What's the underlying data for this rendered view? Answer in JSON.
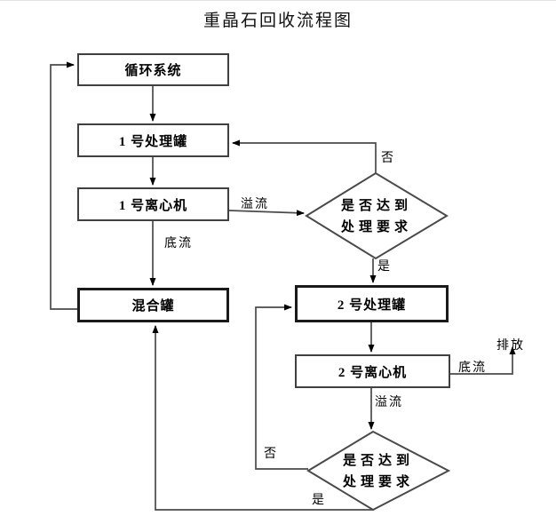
{
  "title": "重晶石回收流程图",
  "nodes": {
    "circulation": {
      "label": "循环系统"
    },
    "tank1": {
      "label": "1 号处理罐"
    },
    "centrifuge1": {
      "label": "1 号离心机"
    },
    "mixing": {
      "label": "混合罐"
    },
    "tank2": {
      "label": "2 号处理罐"
    },
    "centrifuge2": {
      "label": "2 号离心机"
    },
    "decision1": {
      "line1": "是否达到",
      "line2": "处理要求"
    },
    "decision2": {
      "line1": "是否达到",
      "line2": "处理要求"
    }
  },
  "edge_labels": {
    "overflow1": "溢流",
    "underflow1": "底流",
    "no1": "否",
    "yes1": "是",
    "underflow2": "底流",
    "discharge": "排放",
    "overflow2": "溢流",
    "no2": "否",
    "yes2": "是"
  },
  "colors": {
    "line": "#4a4a4a",
    "arrowhead": "#000000",
    "box_border": "#404040",
    "text": "#000000",
    "background": "#ffffff"
  }
}
